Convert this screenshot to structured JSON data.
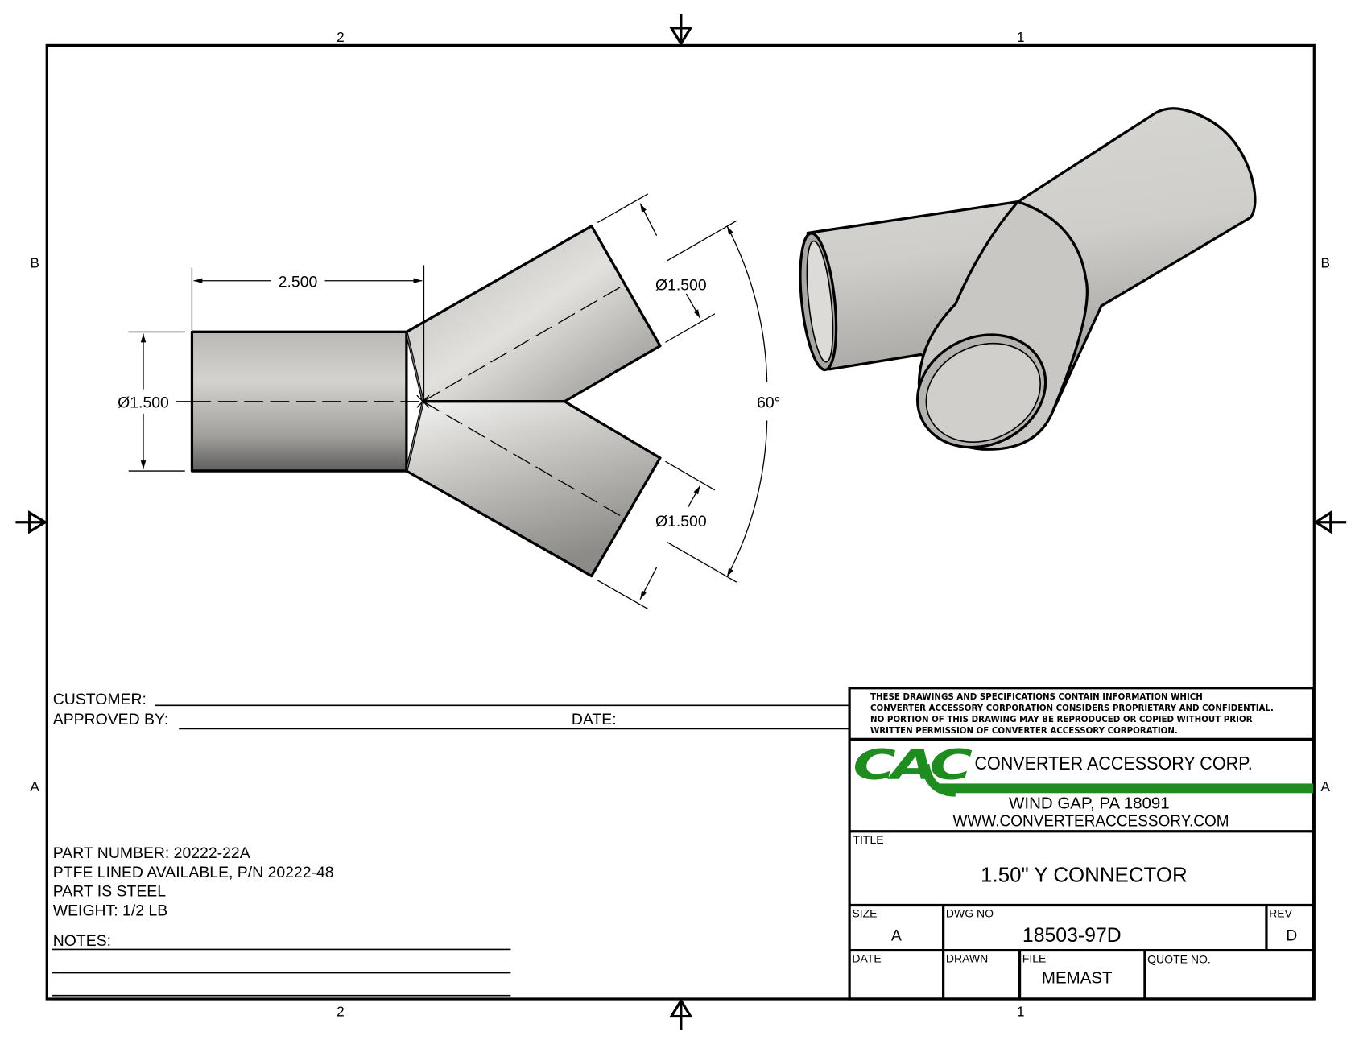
{
  "zones": {
    "col_left": "2",
    "col_right": "1",
    "row_top": "B",
    "row_bottom": "A"
  },
  "dimensions": {
    "main_length": "2.500",
    "main_diameter": "Ø1.500",
    "upper_branch_diameter": "Ø1.500",
    "lower_branch_diameter": "Ø1.500",
    "branch_angle": "60°"
  },
  "approval": {
    "customer_label": "CUSTOMER:",
    "approved_label": "APPROVED BY:",
    "date_label": "DATE:"
  },
  "part_info": [
    "PART NUMBER: 20222-22A",
    "PTFE LINED AVAILABLE, P/N 20222-48",
    "PART IS STEEL",
    "WEIGHT:  1/2 LB"
  ],
  "notes_label": "NOTES:",
  "notice": [
    "THESE DRAWINGS AND SPECIFICATIONS CONTAIN INFORMATION WHICH",
    "CONVERTER ACCESSORY CORPORATION CONSIDERS PROPRIETARY AND CONFIDENTIAL.",
    "NO PORTION OF THIS DRAWING MAY BE REPRODUCED OR COPIED WITHOUT PRIOR",
    "WRITTEN PERMISSION OF CONVERTER ACCESSORY CORPORATION."
  ],
  "company": {
    "logo_text": "CAC",
    "name": "CONVERTER ACCESSORY CORP.",
    "address": "WIND GAP, PA 18091",
    "website": "WWW.CONVERTERACCESSORY.COM",
    "brand_color": "#1e8c1e"
  },
  "title_block": {
    "title_label": "TITLE",
    "title": "1.50\" Y CONNECTOR",
    "size_label": "SIZE",
    "size": "A",
    "dwg_no_label": "DWG NO",
    "dwg_no": "18503-97D",
    "rev_label": "REV",
    "rev": "D",
    "date_label": "DATE",
    "date": "",
    "drawn_label": "DRAWN",
    "drawn": "",
    "file_label": "FILE",
    "file": "MEMAST",
    "quote_label": "QUOTE NO.",
    "quote": ""
  }
}
